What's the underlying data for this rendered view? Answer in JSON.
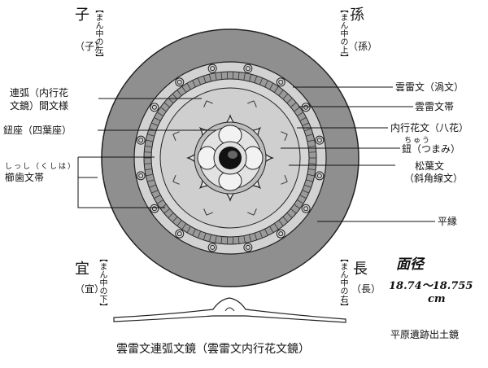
{
  "labels_left": {
    "renko_line1": "連弧（内行花",
    "renko_line2": "文鏡）間文様",
    "chuza": "鈕座（四葉座）",
    "kushiba_ruby": "しっし（くしは）",
    "kushiba": "櫛歯文帯"
  },
  "labels_right": {
    "unraimon_uzu": "雲雷文（渦文）",
    "unraimon_obi": "雲雷文帯",
    "naiko": "内行花文（八花）",
    "chu_ruby": "ちゅう",
    "chu": "鈕（つまみ）",
    "shoyo_line1": "松葉文",
    "shoyo_line2": "（斜角線文）",
    "heien": "平縁"
  },
  "corners": {
    "top_left": {
      "glyph": "子",
      "vertical": "【まん中の左】",
      "paren": "（子）"
    },
    "top_right": {
      "glyph": "孫",
      "vertical": "【まん中の上】",
      "paren": "（孫）"
    },
    "bottom_left": {
      "glyph": "宜",
      "vertical": "【まん中の下】",
      "paren": "（宜）"
    },
    "bottom_right": {
      "glyph": "長",
      "vertical": "【まん中の右】",
      "paren": "（長）"
    }
  },
  "diameter_note": {
    "line1": "面径",
    "line2": "18.74～18.755",
    "line3": "cm"
  },
  "site": "平原遺跡出土鏡",
  "caption": "雲雷文連弧文鏡（雲雷文内行花文鏡）"
}
